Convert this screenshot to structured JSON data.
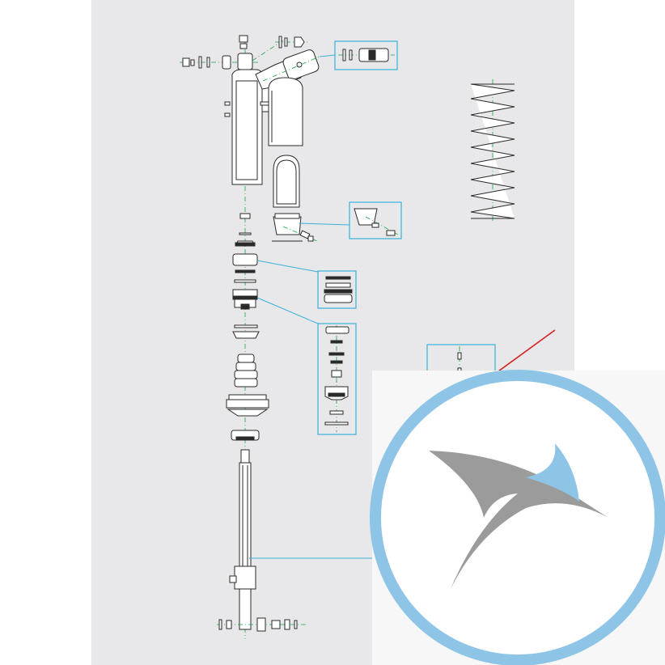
{
  "diagram": {
    "type": "exploded-parts-view",
    "subject": "shock absorber",
    "colors": {
      "panel_background": "#e8e8ea",
      "part_line": "#2a2a2a",
      "centerline": "#1aa34a",
      "callout_leader": "#3ab0d8",
      "highlight": "#d62020",
      "logo_ring": "#8ec5e6",
      "logo_bird_gray": "#9b9b9b",
      "logo_bird_blue": "#8ec5e6"
    },
    "icons": [
      "bird-logo-icon"
    ],
    "callouts": [
      "reservoir-valve-detail",
      "piston-detail",
      "bumper-stack-detail",
      "valve-shim-stack-detail",
      "adjuster-needle-detail"
    ]
  }
}
